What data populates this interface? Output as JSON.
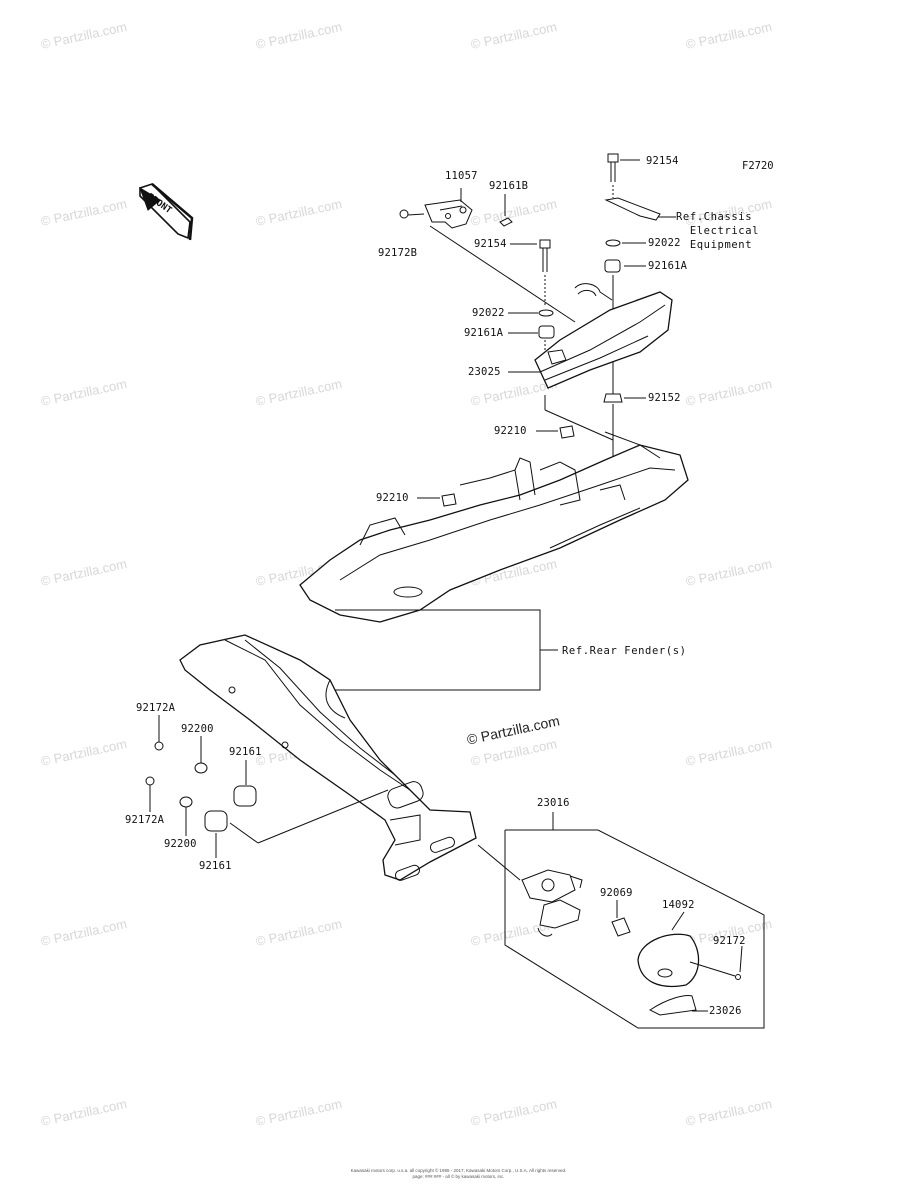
{
  "figure_code": "F2720",
  "front_label": "FRONT",
  "watermark": "© Partzilla.com",
  "center_watermark": "© Partzilla.com",
  "parts": {
    "p11057": "11057",
    "p92161B": "92161B",
    "p92172B": "92172B",
    "p92154_top": "92154",
    "p92154_mid": "92154",
    "p92022_right": "92022",
    "p92022_left": "92022",
    "p92161A_right": "92161A",
    "p92161A_left": "92161A",
    "p23025": "23025",
    "p92152": "92152",
    "p92210_a": "92210",
    "p92210_b": "92210",
    "p92172A_a": "92172A",
    "p92172A_b": "92172A",
    "p92200_a": "92200",
    "p92200_b": "92200",
    "p92161_a": "92161",
    "p92161_b": "92161",
    "p23016": "23016",
    "p92069": "92069",
    "p14092": "14092",
    "p92172": "92172",
    "p23026": "23026"
  },
  "refs": {
    "chassis": "Ref.Chassis\n  Electrical\n  Equipment",
    "fender": "Ref.Rear Fender(s)"
  },
  "footer": {
    "line1": "Kawasaki motors corp. u.s.a. all copyright © 1995 - 2017, Kawasaki Motors Corp., U.S.A. All rights reserved.",
    "line2": "page: ###.### - all © by kawasaki motors, inc."
  }
}
